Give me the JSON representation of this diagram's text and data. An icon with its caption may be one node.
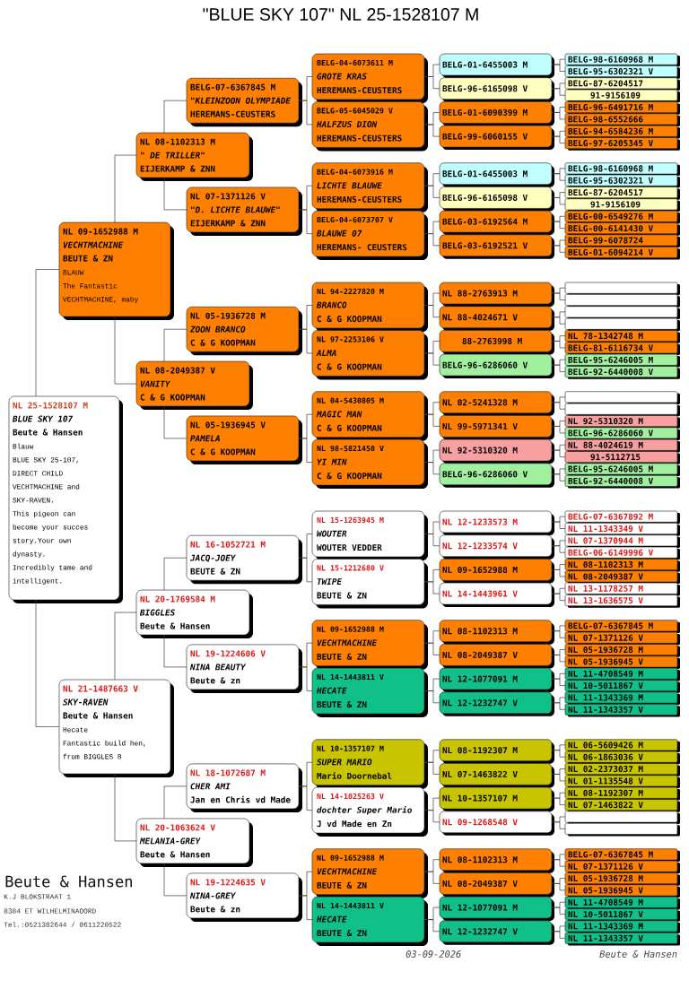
{
  "diagram": {
    "title": "\"BLUE SKY 107\" NL 25-1528107 M",
    "nodes": [
      {
        "text": [
          "NL 25-1528107 M",
          "BLUE SKY 107",
          "Beute & Hansen",
          "Blauw",
          "BLUE SKY 25-107, DIRECT CHILD VECHTMACHINE and SKY-RAVEN.",
          "This pigeon can become your succes story.Your own dynasty.",
          "Incredibly tame and intelligent."
        ]
      },
      {
        "text": [
          "NL 09-1652988 M",
          "VECHTMACHINE",
          "BEUTE & ZN",
          "BLAUW",
          "The Fantastic VECHTMACHINE, maby"
        ]
      },
      {
        "text": [
          "NL 21-1487663 V",
          "SKY-RAVEN",
          "Beute & Hansen",
          "Hecate",
          "Fantastic build hen, from BIGGLES 8"
        ]
      },
      {
        "text": [
          "NL 08-1102313 M",
          "\" DE TRILLER\"",
          "EIJERKAMP & ZNN"
        ]
      },
      {
        "text": [
          "NL 08-2049387 V",
          "VANITY",
          "C & G KOOPMAN"
        ]
      },
      {
        "text": [
          "NL 20-1769584 M",
          "BIGGLES",
          "Beute & Hansen"
        ]
      },
      {
        "text": [
          "NL 20-1063624 V",
          "MELANIA-GREY",
          "Beute & Hansen"
        ]
      },
      {
        "text": [
          "BELG-07-6367845 M",
          "\"KLEINZOON OLYMPIADE",
          "HEREMANS-CEUSTERS"
        ]
      },
      {
        "text": [
          "NL 07-1371126 V",
          "\"D. LICHTE BLAUWE\"",
          "EIJERKAMP & ZNN"
        ]
      },
      {
        "text": [
          "NL 05-1936728 M",
          "ZOON BRANCO",
          "C & G KOOPMAN"
        ]
      },
      {
        "text": [
          "NL 05-1936945 V",
          "PAMELA",
          "C & G KOOPMAN"
        ]
      },
      {
        "text": [
          "NL 16-1052721 M",
          "JACQ-JOEY",
          "BEUTE & ZN"
        ]
      },
      {
        "text": [
          "NL 19-1224606 V",
          "NINA BEAUTY",
          "Beute & zn"
        ]
      },
      {
        "text": [
          "NL 18-1072687 M",
          "CHER AMI",
          "Jan en Chris vd Made"
        ]
      },
      {
        "text": [
          "NL 19-1224635 V",
          "NINA-GREY",
          "Beute & zn"
        ]
      },
      {
        "text": [
          "BELG-04-6073611 M",
          "GROTE KRAS",
          "HEREMANS-CEUSTERS"
        ]
      },
      {
        "text": [
          "BELG-05-6045029 V",
          "HALFZUS DION",
          "HEREMANS-CEUSTERS"
        ]
      },
      {
        "text": [
          "BELG-04-6073916 M",
          "LICHTE BLAUWE",
          "HEREMANS-CEUSTERS"
        ]
      },
      {
        "text": [
          "BELG-04-6073707 V",
          "BLAUWE 07",
          "HEREMANS- CEUSTERS"
        ]
      },
      {
        "text": [
          "NL 94-2227820 M",
          "BRANCO",
          "C & G KOOPMAN"
        ]
      },
      {
        "text": [
          "NL 97-2253106 V",
          "ALMA",
          "C & G KOOPMAN"
        ]
      },
      {
        "text": [
          "NL 04-5430805 M",
          "MAGIC MAN",
          "C & G KOOPMAN"
        ]
      },
      {
        "text": [
          "NL 98-5821450 V",
          "YI MIN",
          "C & G KOOPMAN"
        ]
      },
      {
        "text": [
          "NL 15-1263945 M",
          "WOUTER",
          "WOUTER VEDDER"
        ]
      },
      {
        "text": [
          "NL 15-1212680 V",
          "TWIPE",
          "BEUTE & ZN"
        ]
      },
      {
        "text": [
          "NL 09-1652988 M",
          "VECHTMACHINE",
          "BEUTE & ZN"
        ]
      },
      {
        "text": [
          "NL 14-1443811 V",
          "HECATE",
          "BEUTE & ZN"
        ]
      },
      {
        "text": [
          "NL 10-1357107 M",
          "SUPER MARIO",
          "Mario Doornebal"
        ]
      },
      {
        "text": [
          "NL 14-1025263 V",
          "dochter Super Mario",
          "J vd Made en Zn"
        ]
      },
      {
        "text": [
          "NL 09-1652988 M",
          "VECHTMACHINE",
          "BEUTE & ZN"
        ]
      },
      {
        "text": [
          "NL 14-1443811 V",
          "HECATE",
          "BEUTE & ZN"
        ]
      },
      {
        "text": [
          "BELG-01-6455003 M"
        ]
      },
      {
        "text": [
          "BELG-96-6165098 V"
        ]
      },
      {
        "text": [
          "BELG-01-6090399 M"
        ]
      },
      {
        "text": [
          "BELG-99-6060155 V"
        ]
      },
      {
        "text": [
          "BELG-01-6455003 M"
        ]
      },
      {
        "text": [
          "BELG-96-6165098 V"
        ]
      },
      {
        "text": [
          "BELG-03-6192564 M"
        ]
      },
      {
        "text": [
          "BELG-03-6192521 V"
        ]
      },
      {
        "text": [
          "NL 88-2763913 M"
        ]
      },
      {
        "text": [
          "NL 88-4024671 V"
        ]
      },
      {
        "text": [
          "88-2763998 M"
        ]
      },
      {
        "text": [
          "BELG-96-6286060 V"
        ]
      },
      {
        "text": [
          "NL 02-5241328 M"
        ]
      },
      {
        "text": [
          "NL 99-5971341 V"
        ]
      },
      {
        "text": [
          "NL 92-5310320 M"
        ]
      },
      {
        "text": [
          "BELG-96-6286060 V"
        ]
      },
      {
        "text": [
          "NL 12-1233573 M"
        ]
      },
      {
        "text": [
          "NL 12-1233574 V"
        ]
      },
      {
        "text": [
          "NL 09-1652988 M"
        ]
      },
      {
        "text": [
          "NL 14-1443961 V"
        ]
      },
      {
        "text": [
          "NL 08-1102313 M"
        ]
      },
      {
        "text": [
          "NL 08-2049387 V"
        ]
      },
      {
        "text": [
          "NL 12-1077091 M"
        ]
      },
      {
        "text": [
          "NL 12-1232747 V"
        ]
      },
      {
        "text": [
          "NL 08-1192307 M"
        ]
      },
      {
        "text": [
          "NL 07-1463822 V"
        ]
      },
      {
        "text": [
          "NL 10-1357107 M"
        ]
      },
      {
        "text": [
          "NL 09-1268548 V"
        ]
      },
      {
        "text": [
          "NL 08-1102313 M"
        ]
      },
      {
        "text": [
          "NL 08-2049387 V"
        ]
      },
      {
        "text": [
          "NL 12-1077091 M"
        ]
      },
      {
        "text": [
          "NL 12-1232747 V"
        ]
      },
      {
        "text": [
          "BELG-98-6160968 M"
        ]
      },
      {
        "text": [
          "BELG-95-6302321 V"
        ]
      },
      {
        "text": [
          "BELG-87-6204517"
        ]
      },
      {
        "text": [
          "91-9156109"
        ]
      },
      {
        "text": [
          "BELG-96-6491716 M"
        ]
      },
      {
        "text": [
          "BELG-98-6552666"
        ]
      },
      {
        "text": [
          "BELG-94-6584236 M"
        ]
      },
      {
        "text": [
          "BELG-97-6205345 V"
        ]
      },
      {
        "text": [
          "BELG-98-6160968 M"
        ]
      },
      {
        "text": [
          "BELG-95-6302321 V"
        ]
      },
      {
        "text": [
          "BELG-87-6204517"
        ]
      },
      {
        "text": [
          "91-9156109"
        ]
      },
      {
        "text": [
          "BELG-00-6549276 M"
        ]
      },
      {
        "text": [
          "BELG-00-6141430 V"
        ]
      },
      {
        "text": [
          "BELG-99-6078724"
        ]
      },
      {
        "text": [
          "BELG-01-6094214 V"
        ]
      },
      {
        "text": [],
        "shape": "box"
      },
      {
        "text": [],
        "shape": "box"
      },
      {
        "text": [],
        "shape": "box"
      },
      {
        "text": [],
        "shape": "box"
      },
      {
        "text": [
          "NL 78-1342748 M"
        ]
      },
      {
        "text": [
          "BELG-81-6116734 V"
        ]
      },
      {
        "text": [
          "BELG-95-6246005 M"
        ]
      },
      {
        "text": [
          "BELG-92-6440008 V"
        ]
      },
      {
        "text": [],
        "shape": "box"
      },
      {
        "text": [],
        "shape": "box"
      },
      {
        "text": [
          "NL 92-5310320 M"
        ]
      },
      {
        "text": [
          "BELG-96-6286060 V"
        ]
      },
      {
        "text": [
          "NL 88-4024619 M"
        ]
      },
      {
        "text": [
          "91-5112715"
        ]
      },
      {
        "text": [
          "BELG-95-6246005 M"
        ]
      },
      {
        "text": [
          "BELG-92-6440008 V"
        ]
      },
      {
        "text": [
          "BELG-07-6367892 M"
        ]
      },
      {
        "text": [
          "NL 11-1343349 V"
        ]
      },
      {
        "text": [
          "NL 07-1370944 M"
        ]
      },
      {
        "text": [
          "BELG-06-6149996 V"
        ]
      },
      {
        "text": [
          "NL 08-1102313 M"
        ]
      },
      {
        "text": [
          "NL 08-2049387 V"
        ]
      },
      {
        "text": [
          "NL 13-1178257 M"
        ]
      },
      {
        "text": [
          "NL 13-1636575 V"
        ]
      },
      {
        "text": [
          "BELG-07-6367845 M"
        ]
      },
      {
        "text": [
          "NL 07-1371126 V"
        ]
      },
      {
        "text": [
          "NL 05-1936728 M"
        ]
      },
      {
        "text": [
          "NL 05-1936945 V"
        ]
      },
      {
        "text": [
          "NL 11-4708549 M"
        ]
      },
      {
        "text": [
          "NL 10-5011867 V"
        ]
      },
      {
        "text": [
          "NL 11-1343369 M"
        ]
      },
      {
        "text": [
          "NL 11-1343357 V"
        ]
      },
      {
        "text": [
          "NL 06-5609426 M"
        ]
      },
      {
        "text": [
          "NL 06-1863036 V"
        ]
      },
      {
        "text": [
          "NL 02-2373037 M"
        ]
      },
      {
        "text": [
          "NL 01-1135548 V"
        ]
      },
      {
        "text": [
          "NL 08-1192307 M"
        ]
      },
      {
        "text": [
          "NL 07-1463822 V"
        ]
      },
      {
        "text": [],
        "shape": "box"
      },
      {
        "text": [],
        "shape": "box"
      },
      {
        "text": [
          "BELG-07-6367845 M"
        ]
      },
      {
        "text": [
          "NL 07-1371126 V"
        ]
      },
      {
        "text": [
          "NL 05-1936728 M"
        ]
      },
      {
        "text": [
          "NL 05-1936945 V"
        ]
      },
      {
        "text": [
          "NL 11-4708549 M"
        ]
      },
      {
        "text": [
          "NL 10-5011867 V"
        ]
      },
      {
        "text": [
          "NL 11-1343369 M"
        ]
      },
      {
        "text": [
          "NL 11-1343357 V"
        ]
      }
    ],
    "edges": [
      {
        "from": 0,
        "to": 1,
        "arrow": "none"
      },
      {
        "from": 0,
        "to": 2,
        "arrow": "none"
      },
      {
        "from": 1,
        "to": 3,
        "arrow": "none"
      },
      {
        "from": 1,
        "to": 4,
        "arrow": "none"
      },
      {
        "from": 2,
        "to": 5,
        "arrow": "none"
      },
      {
        "from": 2,
        "to": 6,
        "arrow": "none"
      },
      {
        "from": 3,
        "to": 7,
        "arrow": "none"
      },
      {
        "from": 3,
        "to": 8,
        "arrow": "none"
      },
      {
        "from": 4,
        "to": 9,
        "arrow": "none"
      },
      {
        "from": 4,
        "to": 10,
        "arrow": "none"
      },
      {
        "from": 5,
        "to": 11,
        "arrow": "none"
      },
      {
        "from": 5,
        "to": 12,
        "arrow": "none"
      },
      {
        "from": 6,
        "to": 13,
        "arrow": "none"
      },
      {
        "from": 6,
        "to": 14,
        "arrow": "none"
      },
      {
        "from": 7,
        "to": 15,
        "arrow": "none"
      },
      {
        "from": 7,
        "to": 16,
        "arrow": "none"
      },
      {
        "from": 8,
        "to": 17,
        "arrow": "none"
      },
      {
        "from": 8,
        "to": 18,
        "arrow": "none"
      },
      {
        "from": 9,
        "to": 19,
        "arrow": "none"
      },
      {
        "from": 9,
        "to": 20,
        "arrow": "none"
      },
      {
        "from": 10,
        "to": 21,
        "arrow": "none"
      },
      {
        "from": 10,
        "to": 22,
        "arrow": "none"
      },
      {
        "from": 11,
        "to": 23,
        "arrow": "none"
      },
      {
        "from": 11,
        "to": 24,
        "arrow": "none"
      },
      {
        "from": 12,
        "to": 25,
        "arrow": "none"
      },
      {
        "from": 12,
        "to": 26,
        "arrow": "none"
      },
      {
        "from": 13,
        "to": 27,
        "arrow": "none"
      },
      {
        "from": 13,
        "to": 28,
        "arrow": "none"
      },
      {
        "from": 14,
        "to": 29,
        "arrow": "none"
      },
      {
        "from": 14,
        "to": 30,
        "arrow": "none"
      },
      {
        "from": 15,
        "to": 31,
        "arrow": "none"
      },
      {
        "from": 15,
        "to": 32,
        "arrow": "none"
      },
      {
        "from": 16,
        "to": 33,
        "arrow": "none"
      },
      {
        "from": 16,
        "to": 34,
        "arrow": "none"
      },
      {
        "from": 17,
        "to": 35,
        "arrow": "none"
      },
      {
        "from": 17,
        "to": 36,
        "arrow": "none"
      },
      {
        "from": 18,
        "to": 37,
        "arrow": "none"
      },
      {
        "from": 18,
        "to": 38,
        "arrow": "none"
      },
      {
        "from": 19,
        "to": 39,
        "arrow": "none"
      },
      {
        "from": 19,
        "to": 40,
        "arrow": "none"
      },
      {
        "from": 20,
        "to": 41,
        "arrow": "none"
      },
      {
        "from": 20,
        "to": 42,
        "arrow": "none"
      },
      {
        "from": 21,
        "to": 43,
        "arrow": "none"
      },
      {
        "from": 21,
        "to": 44,
        "arrow": "none"
      },
      {
        "from": 22,
        "to": 45,
        "arrow": "none"
      },
      {
        "from": 22,
        "to": 46,
        "arrow": "none"
      },
      {
        "from": 23,
        "to": 47,
        "arrow": "none"
      },
      {
        "from": 23,
        "to": 48,
        "arrow": "none"
      },
      {
        "from": 24,
        "to": 49,
        "arrow": "none"
      },
      {
        "from": 24,
        "to": 50,
        "arrow": "none"
      },
      {
        "from": 25,
        "to": 51,
        "arrow": "none"
      },
      {
        "from": 25,
        "to": 52,
        "arrow": "none"
      },
      {
        "from": 26,
        "to": 53,
        "arrow": "none"
      },
      {
        "from": 26,
        "to": 54,
        "arrow": "none"
      },
      {
        "from": 27,
        "to": 55,
        "arrow": "none"
      },
      {
        "from": 27,
        "to": 56,
        "arrow": "none"
      },
      {
        "from": 28,
        "to": 57,
        "arrow": "none"
      },
      {
        "from": 28,
        "to": 58,
        "arrow": "none"
      },
      {
        "from": 29,
        "to": 59,
        "arrow": "none"
      },
      {
        "from": 29,
        "to": 60,
        "arrow": "none"
      },
      {
        "from": 30,
        "to": 61,
        "arrow": "none"
      },
      {
        "from": 30,
        "to": 62,
        "arrow": "none"
      },
      {
        "from": 31,
        "to": 63,
        "arrow": "none"
      },
      {
        "from": 31,
        "to": 64,
        "arrow": "none"
      },
      {
        "from": 32,
        "to": 65,
        "arrow": "none"
      },
      {
        "from": 32,
        "to": 66,
        "arrow": "none"
      },
      {
        "from": 33,
        "to": 67,
        "arrow": "none"
      },
      {
        "from": 33,
        "to": 68,
        "arrow": "none"
      },
      {
        "from": 34,
        "to": 69,
        "arrow": "none"
      },
      {
        "from": 34,
        "to": 70,
        "arrow": "none"
      },
      {
        "from": 35,
        "to": 71,
        "arrow": "none"
      },
      {
        "from": 35,
        "to": 72,
        "arrow": "none"
      },
      {
        "from": 36,
        "to": 73,
        "arrow": "none"
      },
      {
        "from": 36,
        "to": 74,
        "arrow": "none"
      },
      {
        "from": 37,
        "to": 75,
        "arrow": "none"
      },
      {
        "from": 37,
        "to": 76,
        "arrow": "none"
      },
      {
        "from": 38,
        "to": 77,
        "arrow": "none"
      },
      {
        "from": 38,
        "to": 78,
        "arrow": "none"
      },
      {
        "from": 39,
        "to": 79,
        "arrow": "none"
      },
      {
        "from": 39,
        "to": 80,
        "arrow": "none"
      },
      {
        "from": 40,
        "to": 81,
        "arrow": "none"
      },
      {
        "from": 40,
        "to": 82,
        "arrow": "none"
      },
      {
        "from": 41,
        "to": 83,
        "arrow": "none"
      },
      {
        "from": 41,
        "to": 84,
        "arrow": "none"
      },
      {
        "from": 42,
        "to": 85,
        "arrow": "none"
      },
      {
        "from": 42,
        "to": 86,
        "arrow": "none"
      },
      {
        "from": 43,
        "to": 87,
        "arrow": "none"
      },
      {
        "from": 43,
        "to": 88,
        "arrow": "none"
      },
      {
        "from": 44,
        "to": 89,
        "arrow": "none"
      },
      {
        "from": 44,
        "to": 90,
        "arrow": "none"
      },
      {
        "from": 45,
        "to": 91,
        "arrow": "none"
      },
      {
        "from": 45,
        "to": 92,
        "arrow": "none"
      },
      {
        "from": 46,
        "to": 93,
        "arrow": "none"
      },
      {
        "from": 46,
        "to": 94,
        "arrow": "none"
      },
      {
        "from": 47,
        "to": 95,
        "arrow": "none"
      },
      {
        "from": 47,
        "to": 96,
        "arrow": "none"
      },
      {
        "from": 48,
        "to": 97,
        "arrow": "none"
      },
      {
        "from": 48,
        "to": 98,
        "arrow": "none"
      },
      {
        "from": 49,
        "to": 99,
        "arrow": "none"
      },
      {
        "from": 49,
        "to": 100,
        "arrow": "none"
      },
      {
        "from": 50,
        "to": 101,
        "arrow": "none"
      },
      {
        "from": 50,
        "to": 102,
        "arrow": "none"
      },
      {
        "from": 51,
        "to": 103,
        "arrow": "none"
      },
      {
        "from": 51,
        "to": 104,
        "arrow": "none"
      },
      {
        "from": 52,
        "to": 105,
        "arrow": "none"
      },
      {
        "from": 52,
        "to": 106,
        "arrow": "none"
      },
      {
        "from": 53,
        "to": 107,
        "arrow": "none"
      },
      {
        "from": 53,
        "to": 108,
        "arrow": "none"
      },
      {
        "from": 54,
        "to": 109,
        "arrow": "none"
      },
      {
        "from": 54,
        "to": 110,
        "arrow": "none"
      },
      {
        "from": 55,
        "to": 111,
        "arrow": "none"
      },
      {
        "from": 55,
        "to": 112,
        "arrow": "none"
      },
      {
        "from": 56,
        "to": 113,
        "arrow": "none"
      },
      {
        "from": 56,
        "to": 114,
        "arrow": "none"
      },
      {
        "from": 57,
        "to": 115,
        "arrow": "none"
      },
      {
        "from": 57,
        "to": 116,
        "arrow": "none"
      },
      {
        "from": 58,
        "to": 117,
        "arrow": "none"
      },
      {
        "from": 58,
        "to": 118,
        "arrow": "none"
      },
      {
        "from": 59,
        "to": 119,
        "arrow": "none"
      },
      {
        "from": 59,
        "to": 120,
        "arrow": "none"
      },
      {
        "from": 60,
        "to": 121,
        "arrow": "none"
      },
      {
        "from": 60,
        "to": 122,
        "arrow": "none"
      },
      {
        "from": 61,
        "to": 123,
        "arrow": "none"
      },
      {
        "from": 61,
        "to": 124,
        "arrow": "none"
      },
      {
        "from": 62,
        "to": 125,
        "arrow": "none"
      },
      {
        "from": 62,
        "to": 126,
        "arrow": "none"
      }
    ],
    "labels": [
      "Beute & Hansen",
      "K.J BLOKSTRAAT 1",
      "8384 ET WILHELMINAOORD",
      "Tel.:0521382644 / 0611220522",
      "03-09-2026",
      "Beute & Hansen"
    ]
  }
}
